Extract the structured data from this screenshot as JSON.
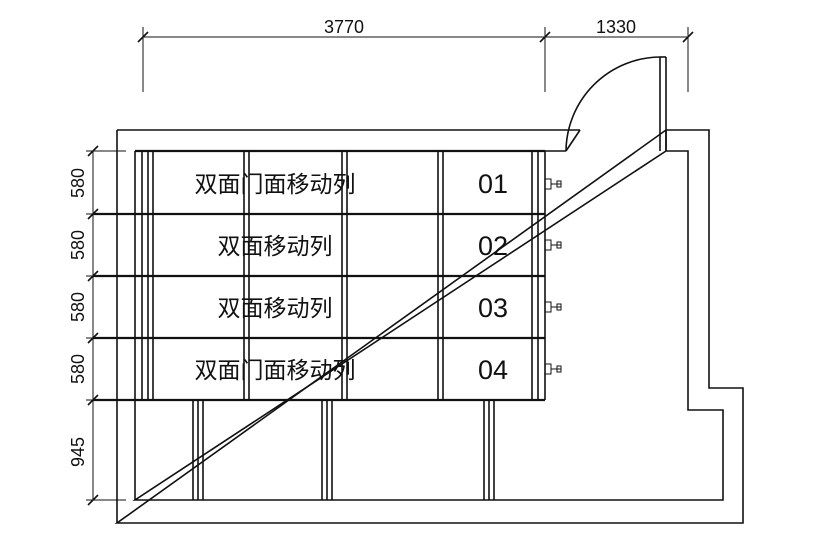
{
  "dimensions": {
    "top": [
      "3770",
      "1330"
    ],
    "left": [
      "580",
      "580",
      "580",
      "580",
      "945"
    ]
  },
  "rows": [
    {
      "label": "双面门面移动列",
      "number": "01"
    },
    {
      "label": "双面移动列",
      "number": "02"
    },
    {
      "label": "双面移动列",
      "number": "03"
    },
    {
      "label": "双面门面移动列",
      "number": "04"
    }
  ]
}
